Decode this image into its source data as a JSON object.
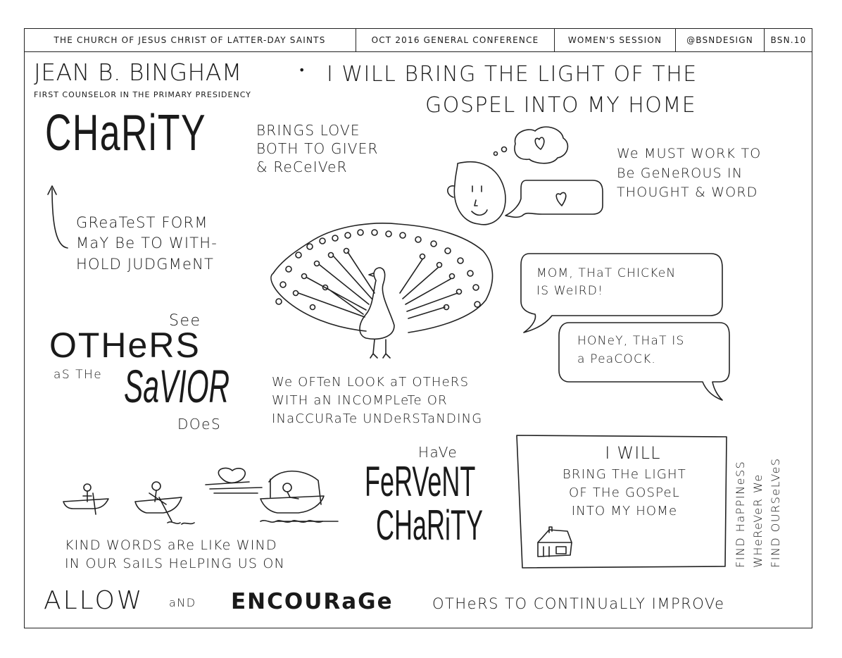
{
  "header": {
    "church": "THE CHURCH OF JESUS CHRIST OF LATTER-DAY SAINTS",
    "conference": "OCT 2016 GENERAL CONFERENCE",
    "session": "WOMEN'S SESSION",
    "handle": "@BSNDESIGN",
    "code": "BSN.10"
  },
  "title": {
    "speaker": "JEAN B. BINGHAM",
    "separator": "•",
    "talk_line1": "I WILL BRING THE LIGHT OF THE",
    "talk_line2": "GOSPEL INTO MY HOME",
    "role": "FIRST COUNSELOR IN THE PRIMARY PRESIDENCY"
  },
  "charity": {
    "word": "CHaRiTY",
    "note_line1": "BRINGS LOVE",
    "note_line2": "BOTH TO GIVER",
    "note_line3": "& ReCeIVeR",
    "greatest_line1": "GReaTeST FORM",
    "greatest_line2": "MaY Be TO WITH-",
    "greatest_line3": "HOLD JUDGMeNT"
  },
  "generous": {
    "line1": "We MUST WORK TO",
    "line2": "Be GeNeROUS IN",
    "line3": "THOUGHT & WORD"
  },
  "dialogue": {
    "mom_line1": "MOM, THaT CHICKeN",
    "mom_line2": "IS WeIRD!",
    "honey_line1": "HONeY, THaT IS",
    "honey_line2": "a PeaCOCK."
  },
  "others": {
    "see": "See",
    "others": "OTHeRS",
    "as_the": "aS THe",
    "savior": "SaVIOR",
    "does": "DOeS"
  },
  "incomplete": {
    "line1": "We OFTeN LOOK aT OTHeRS",
    "line2": "WITH aN INCOMPLeTe OR",
    "line3": "INaCCURaTe UNDeRSTaNDING"
  },
  "fervent": {
    "have": "HaVe",
    "fervent": "FeRVeNT",
    "charity": "CHaRiTY"
  },
  "box": {
    "line1": "I WILL",
    "line2": "BRING THe LIGHT",
    "line3": "OF THe GOSPeL",
    "line4": "INTO MY HOMe"
  },
  "happiness": {
    "line1": "FIND HaPPINeSS",
    "line2": "WHeReVeR We",
    "line3": "FIND OURSeLVeS"
  },
  "kind_words": {
    "line1": "KIND WORDS aRe LIKe WIND",
    "line2": "IN OUR SaILS HeLPING US ON"
  },
  "footer": {
    "allow": "ALLOW",
    "and": "aND",
    "encourage": "ENCOURaGe",
    "rest": "OTHeRS TO CONTINUaLLY IMPROVe"
  }
}
